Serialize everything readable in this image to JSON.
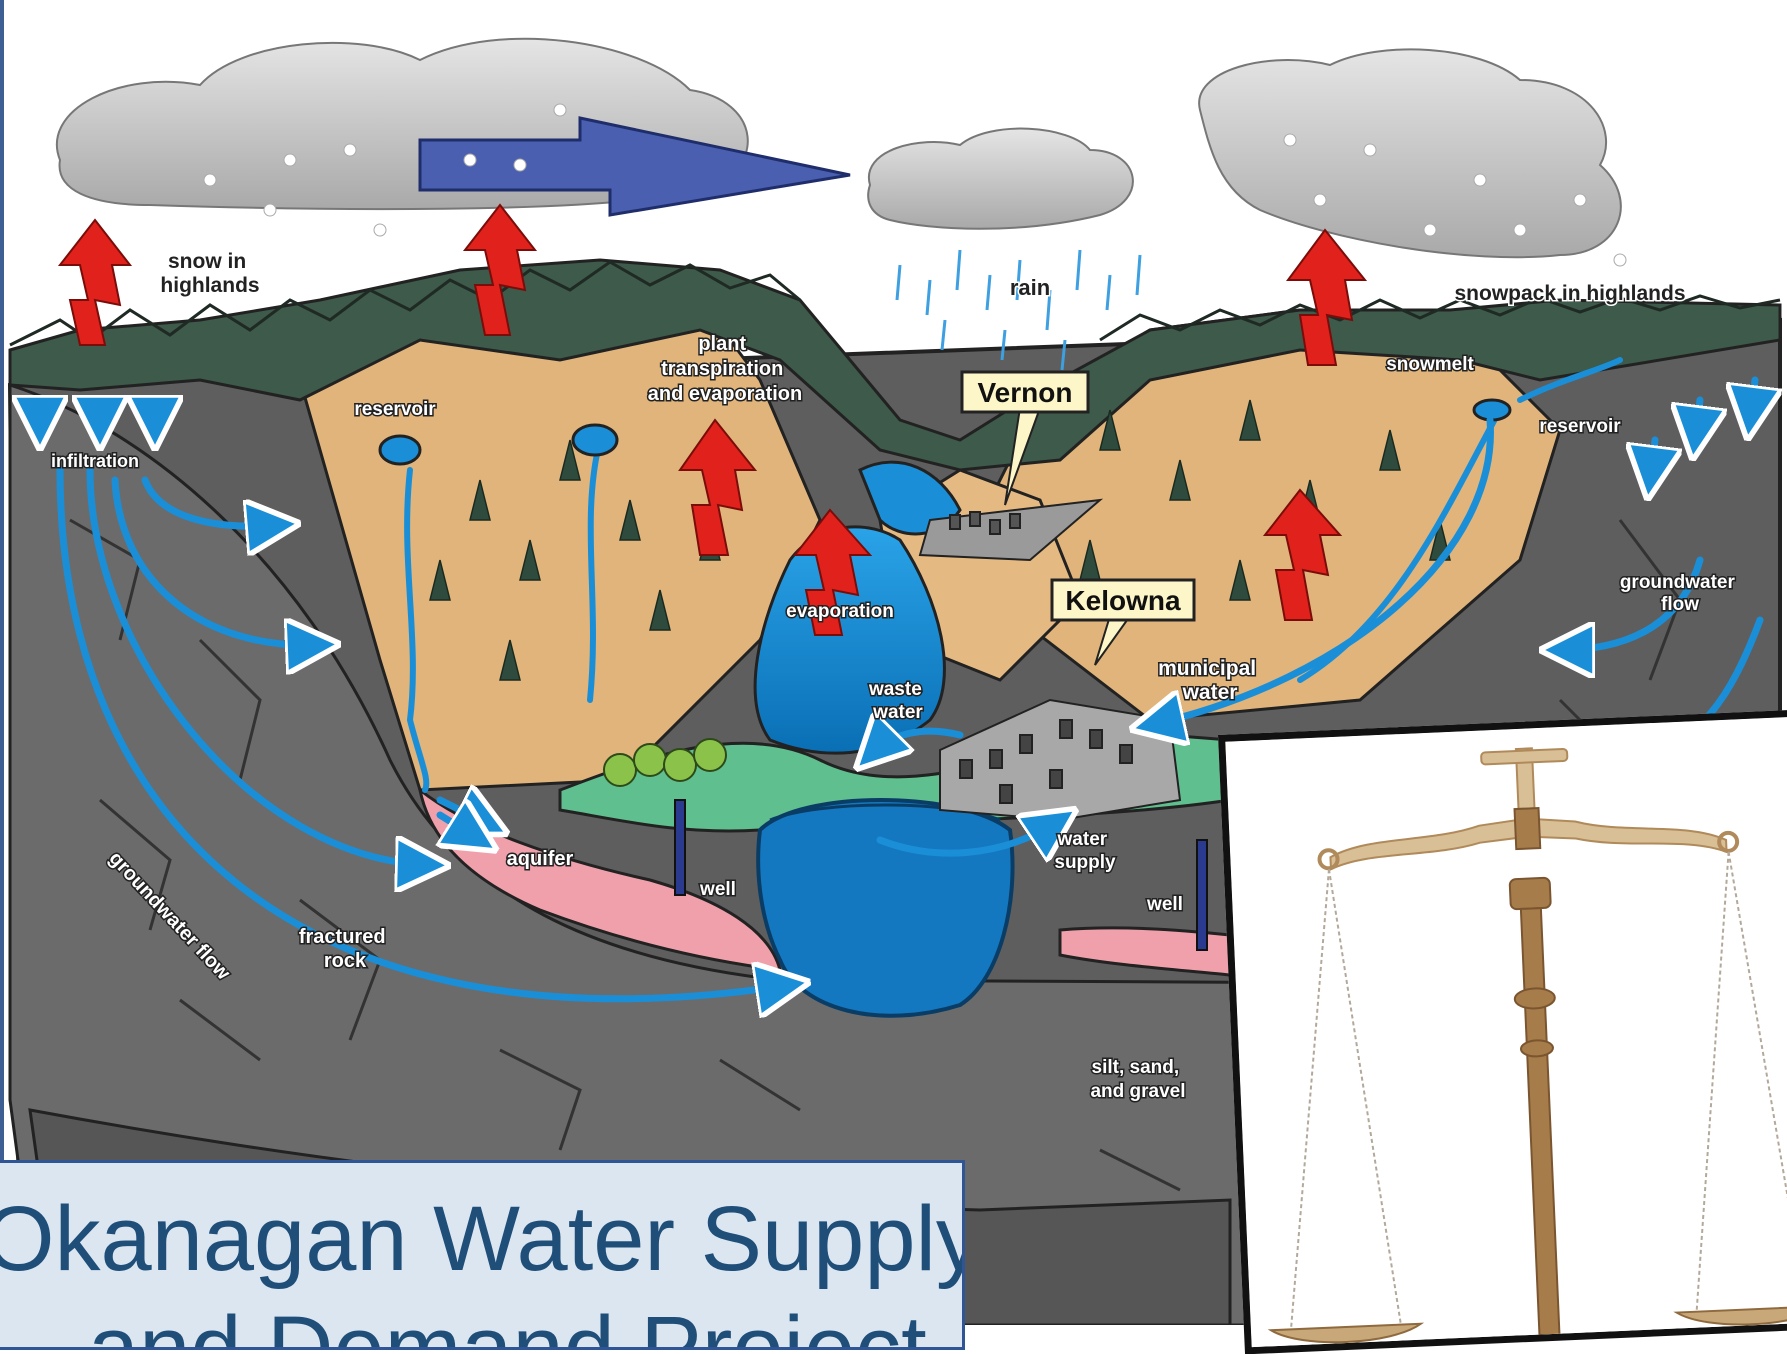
{
  "diagram": {
    "labels": {
      "snow_in_highlands": [
        "snow in",
        "highlands"
      ],
      "rain": "rain",
      "snowpack_in_highlands": "snowpack in highlands",
      "snowmelt": "snowmelt",
      "reservoir_left": "reservoir",
      "reservoir_right": "reservoir",
      "plant_transpiration": [
        "plant",
        "transpiration",
        "and evaporation"
      ],
      "infiltration": "infiltration",
      "vernon": "Vernon",
      "kelowna": "Kelowna",
      "evaporation": "evaporation",
      "waste_water": [
        "waste",
        "water"
      ],
      "municipal_water": [
        "municipal",
        "water"
      ],
      "groundwater_flow_right": [
        "groundwater",
        "flow"
      ],
      "groundwater_flow_left": "groundwater flow",
      "aquifer": "aquifer",
      "well_left": "well",
      "well_right": "well",
      "water_supply": [
        "water",
        "supply"
      ],
      "fractured_rock": [
        "fractured",
        "rock"
      ],
      "silt_sand_gravel": [
        "silt, sand,",
        "and gravel"
      ]
    }
  },
  "title": {
    "line1": "Okanagan Water Supply",
    "line2": "and Demand Project"
  },
  "inset": {
    "icon": "scales-of-justice-icon"
  },
  "colors": {
    "water": "#1a8fd8",
    "rock": "#6b6b6b",
    "sand": "#e0b47a",
    "forest": "#3d5a4a",
    "aquifer": "#f0a0aa",
    "arrow_red": "#e0211c",
    "title_bg": "#dce6f1",
    "title_text": "#1f4e79",
    "title_border": "#2f5597"
  }
}
